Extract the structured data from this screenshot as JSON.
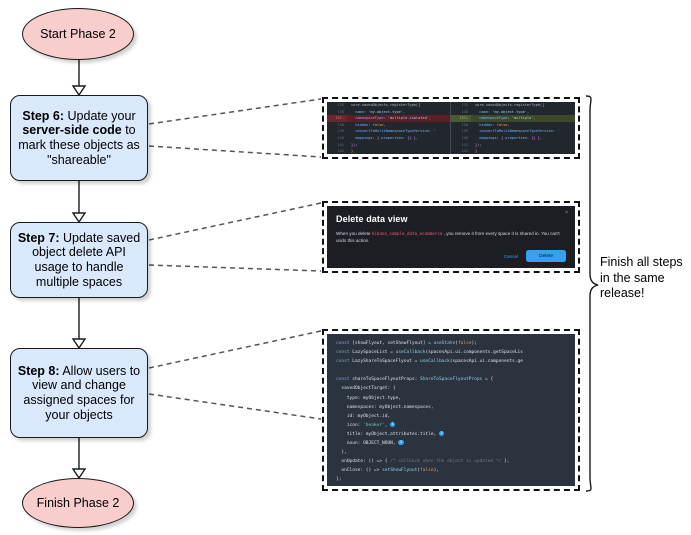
{
  "flow": {
    "start_label": "Start Phase 2",
    "finish_label": "Finish Phase 2",
    "steps": [
      {
        "id": "step6",
        "label_parts": [
          "Step 6:",
          " Update your ",
          "server-side code",
          " to mark these objects as \"shareable\""
        ],
        "title": "Step 6:",
        "text_a": " Update your ",
        "emphasis": "server-side code",
        "text_b": " to mark these objects as \"shareable\""
      },
      {
        "id": "step7",
        "title": "Step 7:",
        "text_a": " Update saved object delete API usage to handle multiple spaces",
        "emphasis": "",
        "text_b": ""
      },
      {
        "id": "step8",
        "title": "Step 8:",
        "text_a": " Allow users to view and change assigned spaces for your objects",
        "emphasis": "",
        "text_b": ""
      }
    ],
    "note": "Finish all steps in the same release!"
  },
  "screenshots": {
    "diff": {
      "name": "savedobjects-registertype-diff",
      "left": [
        {
          "ln": "135",
          "marker": "",
          "state": "ctx",
          "tokens": [
            {
              "t": "core.savedObjects.registerType",
              "c": "tk-pl"
            },
            {
              "t": "({",
              "c": "tk-brc"
            }
          ]
        },
        {
          "ln": "136",
          "marker": "",
          "state": "ctx",
          "tokens": [
            {
              "t": "  name: ",
              "c": "tk-prop"
            },
            {
              "t": "'my-object-type'",
              "c": "tk-str"
            },
            {
              "t": ",",
              "c": "tk-pl"
            }
          ]
        },
        {
          "ln": "137",
          "marker": "-",
          "state": "del",
          "tokens": [
            {
              "t": "  namespaceType: ",
              "c": "tk-prop"
            },
            {
              "t": "'multiple-isolated'",
              "c": "tk-str"
            },
            {
              "t": ",",
              "c": "tk-pl"
            }
          ]
        },
        {
          "ln": "138",
          "marker": "",
          "state": "ctx",
          "tokens": [
            {
              "t": "  hidden: ",
              "c": "tk-prop"
            },
            {
              "t": "false",
              "c": "tk-bool"
            },
            {
              "t": ",",
              "c": "tk-pl"
            }
          ]
        },
        {
          "ln": "139",
          "marker": "",
          "state": "ctx",
          "tokens": [
            {
              "t": "  convertToMultiNamespaceTypeVersion: ",
              "c": "tk-prop"
            },
            {
              "t": "'",
              "c": "tk-str"
            }
          ]
        },
        {
          "ln": "140",
          "marker": "",
          "state": "ctx",
          "tokens": [
            {
              "t": "  mappings: ",
              "c": "tk-prop"
            },
            {
              "t": "{ ",
              "c": "tk-brc"
            },
            {
              "t": "properties: ",
              "c": "tk-prop"
            },
            {
              "t": "{}",
              "c": "tk-brc"
            },
            {
              "t": " },",
              "c": "tk-brc"
            }
          ]
        },
        {
          "ln": "141",
          "marker": "",
          "state": "ctx",
          "tokens": [
            {
              "t": "});",
              "c": "tk-brc"
            }
          ]
        },
        {
          "ln": "142",
          "marker": "",
          "state": "ctx",
          "tokens": [
            {
              "t": "}",
              "c": "tk-bool"
            }
          ]
        }
      ],
      "right": [
        {
          "ln": "135",
          "marker": "",
          "state": "ctx",
          "tokens": [
            {
              "t": "core.savedObjects.registerType",
              "c": "tk-pl"
            },
            {
              "t": "({",
              "c": "tk-brc"
            }
          ]
        },
        {
          "ln": "136",
          "marker": "",
          "state": "ctx",
          "tokens": [
            {
              "t": "  name: ",
              "c": "tk-prop"
            },
            {
              "t": "'my-object-type'",
              "c": "tk-str"
            },
            {
              "t": ",",
              "c": "tk-pl"
            }
          ]
        },
        {
          "ln": "137",
          "marker": "+",
          "state": "add",
          "tokens": [
            {
              "t": "  namespaceType: ",
              "c": "tk-prop"
            },
            {
              "t": "'multiple'",
              "c": "tk-str"
            },
            {
              "t": ",",
              "c": "tk-pl"
            }
          ]
        },
        {
          "ln": "138",
          "marker": "",
          "state": "ctx",
          "tokens": [
            {
              "t": "  hidden: ",
              "c": "tk-prop"
            },
            {
              "t": "false",
              "c": "tk-bool"
            },
            {
              "t": ",",
              "c": "tk-pl"
            }
          ]
        },
        {
          "ln": "139",
          "marker": "",
          "state": "ctx",
          "tokens": [
            {
              "t": "  convertToMultiNamespaceTypeVersion: ",
              "c": "tk-prop"
            },
            {
              "t": "'",
              "c": "tk-str"
            }
          ]
        },
        {
          "ln": "140",
          "marker": "",
          "state": "ctx",
          "tokens": [
            {
              "t": "  mappings: ",
              "c": "tk-prop"
            },
            {
              "t": "{ ",
              "c": "tk-brc"
            },
            {
              "t": "properties: ",
              "c": "tk-prop"
            },
            {
              "t": "{}",
              "c": "tk-brc"
            },
            {
              "t": " },",
              "c": "tk-brc"
            }
          ]
        },
        {
          "ln": "141",
          "marker": "",
          "state": "ctx",
          "tokens": [
            {
              "t": "});",
              "c": "tk-brc"
            }
          ]
        },
        {
          "ln": "142",
          "marker": "",
          "state": "ctx",
          "tokens": [
            {
              "t": "}",
              "c": "tk-bool"
            }
          ]
        }
      ]
    },
    "modal": {
      "name": "delete-data-view-modal",
      "title": "Delete data view",
      "body_before": "When you delete ",
      "body_code": "kibana_sample_data_ecommerce",
      "body_after": " , you remove it from every space it is shared in. You can't undo this action.",
      "cancel_label": "Cancel",
      "delete_label": "Delete",
      "close_glyph": "×",
      "accent_color": "#36a2ef"
    },
    "flyout": {
      "name": "share-to-space-flyout-code",
      "lines": [
        [
          {
            "t": "const ",
            "c": "f-kw"
          },
          {
            "t": "[showFlyout, setShowFlyout] = ",
            "c": "f-pl"
          },
          {
            "t": "useState",
            "c": "f-fn"
          },
          {
            "t": "(",
            "c": "f-pl"
          },
          {
            "t": "false",
            "c": "f-bool"
          },
          {
            "t": ");",
            "c": "f-pl"
          }
        ],
        [
          {
            "t": "const ",
            "c": "f-kw"
          },
          {
            "t": "LazySpaceList = ",
            "c": "f-pl"
          },
          {
            "t": "useCallback",
            "c": "f-fn"
          },
          {
            "t": "(spacesApi.ui.components.getSpaceLis",
            "c": "f-pl"
          }
        ],
        [
          {
            "t": "const ",
            "c": "f-kw"
          },
          {
            "t": "LazyShareToSpaceFlyout = ",
            "c": "f-pl"
          },
          {
            "t": "useCallback",
            "c": "f-fn"
          },
          {
            "t": "(spacesApi.ui.components.ge",
            "c": "f-pl"
          }
        ],
        [
          {
            "t": "",
            "c": "f-pl"
          }
        ],
        [
          {
            "t": "const ",
            "c": "f-kw"
          },
          {
            "t": "shareToSpaceFlyoutProps: ",
            "c": "f-pl"
          },
          {
            "t": "ShareToSpaceFlyoutProps",
            "c": "f-fn"
          },
          {
            "t": " = {",
            "c": "f-pl"
          }
        ],
        [
          {
            "t": "  savedObjectTarget: {",
            "c": "f-pl"
          }
        ],
        [
          {
            "t": "    type: myObject.type,",
            "c": "f-pl"
          }
        ],
        [
          {
            "t": "    namespaces: myObject.namespaces,",
            "c": "f-pl"
          }
        ],
        [
          {
            "t": "    id: myObject.id,",
            "c": "f-pl"
          }
        ],
        [
          {
            "t": "    icon: ",
            "c": "f-pl"
          },
          {
            "t": "'beaker'",
            "c": "f-str"
          },
          {
            "t": ", ",
            "c": "f-pl"
          },
          {
            "t": "1",
            "c": "cnum"
          }
        ],
        [
          {
            "t": "    title: myObject.attributes.title, ",
            "c": "f-pl"
          },
          {
            "t": "2",
            "c": "cnum"
          }
        ],
        [
          {
            "t": "    noun: OBJECT_NOUN, ",
            "c": "f-pl"
          },
          {
            "t": "3",
            "c": "cnum"
          }
        ],
        [
          {
            "t": "  },",
            "c": "f-pl"
          }
        ],
        [
          {
            "t": "  onUpdate: () => { ",
            "c": "f-pl"
          },
          {
            "t": "/* callback when the object is updated */",
            "c": "f-cmt"
          },
          {
            "t": " },",
            "c": "f-pl"
          }
        ],
        [
          {
            "t": "  onClose: () => ",
            "c": "f-pl"
          },
          {
            "t": "setShowFlyout",
            "c": "f-fn"
          },
          {
            "t": "(",
            "c": "f-pl"
          },
          {
            "t": "false",
            "c": "f-bool"
          },
          {
            "t": "),",
            "c": "f-pl"
          }
        ],
        [
          {
            "t": "};",
            "c": "f-pl"
          }
        ]
      ]
    }
  },
  "colors": {
    "terminator_fill": "#f8cecc",
    "process_fill": "#dae8fc",
    "stroke": "#1a1a1a",
    "code_bg_dark": "#22272e",
    "modal_bg": "#1d1e24",
    "flyout_bg": "#2b333f"
  }
}
